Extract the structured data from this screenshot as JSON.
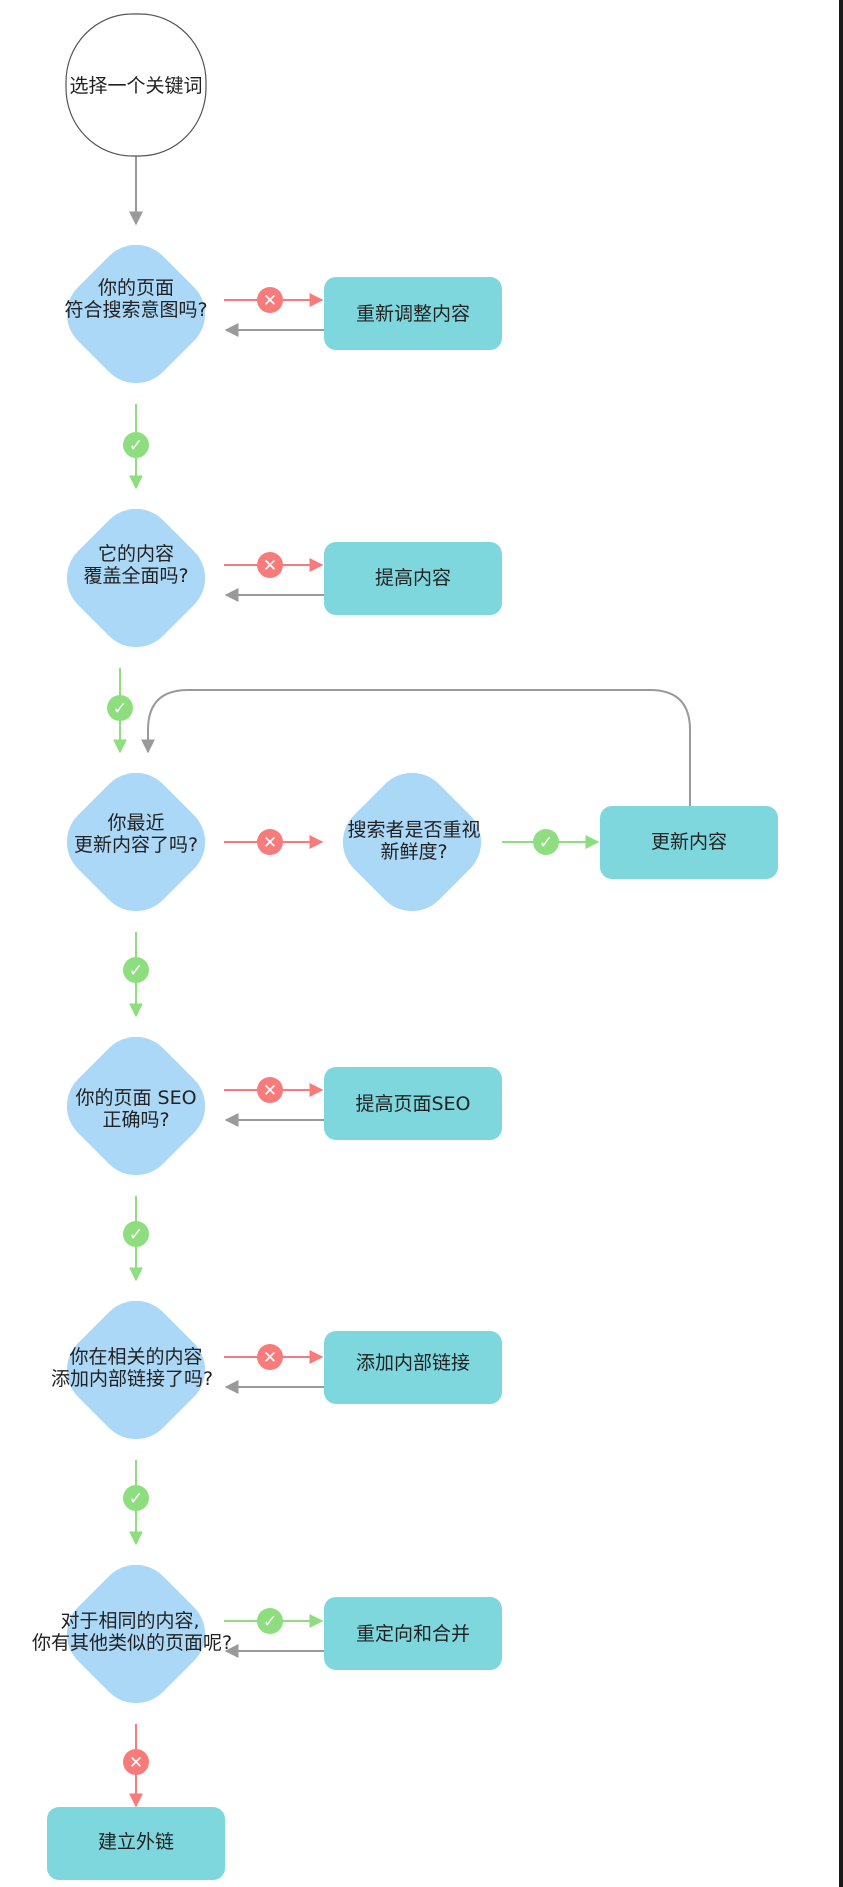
{
  "colors": {
    "diamond": "#acd8f7",
    "box": "#7fd7de",
    "yes": "#8ede80",
    "no": "#f87b7b",
    "loop": "#9a9a9a",
    "start_border": "#555555"
  },
  "start": {
    "label": "选择一个关键词"
  },
  "questions": [
    {
      "line1": "你的页面",
      "line2": "符合搜索意图吗?"
    },
    {
      "line1": "它的内容",
      "line2": "覆盖全面吗?"
    },
    {
      "line1": "你最近",
      "line2": "更新内容了吗?"
    },
    {
      "line1": "你的页面 SEO",
      "line2": "正确吗?"
    },
    {
      "line1": "你在相关的内容",
      "line2": "添加内部链接了吗?"
    },
    {
      "line1": "对于相同的内容,",
      "line2": "你有其他类似的页面呢?"
    }
  ],
  "sub_question": {
    "line1": "搜索者是否重视",
    "line2": "新鲜度?"
  },
  "actions": {
    "readjust": "重新调整内容",
    "improve_content": "提高内容",
    "update_content": "更新内容",
    "improve_seo": "提高页面SEO",
    "add_internal_links": "添加内部链接",
    "redirect_merge": "重定向和合并",
    "build_backlinks": "建立外链"
  },
  "icons": {
    "yes": "check-icon",
    "no": "cross-icon"
  },
  "marks": {
    "yes": "✓",
    "no": "✕"
  }
}
